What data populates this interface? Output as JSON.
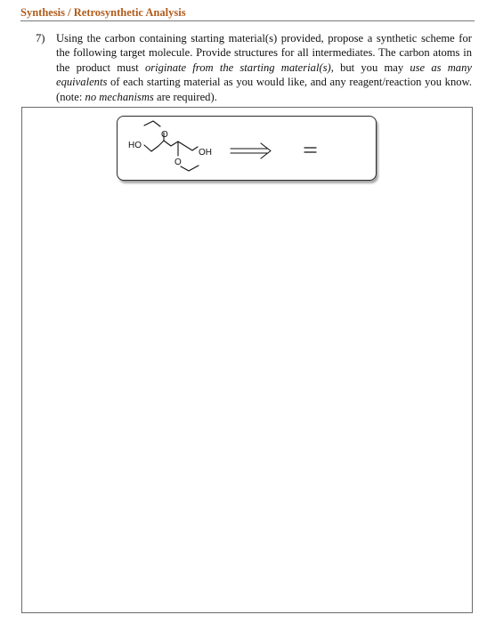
{
  "header": {
    "title": "Synthesis / Retrosynthetic Analysis"
  },
  "question": {
    "number": "7)",
    "text_1": "Using the carbon containing starting material(s) provided, propose a synthetic scheme for the following target molecule. Provide structures for all intermediates. The carbon atoms in the product must ",
    "emph_1": "originate from the starting material(s)",
    "text_2": ", but you may ",
    "emph_2": "use as many equivalents",
    "text_3": " of each starting material as you would like, and any reagent/reaction you know. (note: ",
    "emph_3": "no mechanisms",
    "text_4": " are required)."
  },
  "scheme": {
    "target_molecule": {
      "labels": {
        "hydroxyl_left": "HO",
        "hydroxyl_right": "OH",
        "ether_oxygen_top": "O",
        "ether_oxygen_bottom": "O"
      }
    },
    "retro_arrow_icon": "double-line-retrosynthesis-arrow",
    "starting_material_icon": "ethylene-double-bond"
  },
  "colors": {
    "header_title": "#b15c1c",
    "rule": "#7a7a7a",
    "text": "#111111"
  }
}
